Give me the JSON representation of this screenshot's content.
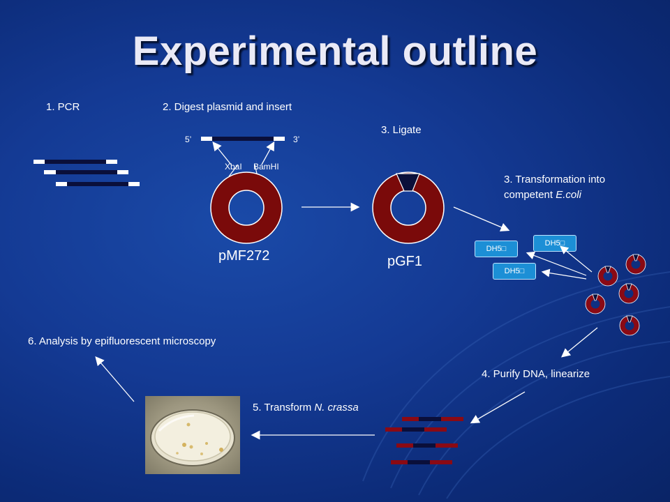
{
  "title": "Experimental outline",
  "steps": {
    "pcr": "1. PCR",
    "digest": "2. Digest plasmid and insert",
    "ligate": "3. Ligate",
    "transformation_line1": "3. Transformation into",
    "transformation_line2_prefix": "competent ",
    "transformation_line2_italic": "E.coli",
    "purify": "4. Purify DNA, linearize",
    "transform_prefix": "5. Transform ",
    "transform_italic": "N. crassa",
    "analysis": "6. Analysis by epifluorescent microscopy"
  },
  "insert": {
    "five_prime": "5’",
    "three_prime": "3’",
    "site1": "XbaI",
    "site2": "BamHI"
  },
  "plasmids": {
    "vector": "pMF272",
    "product": "pGF1"
  },
  "strains": [
    "DH5□",
    "DH5□",
    "DH5□"
  ],
  "colors": {
    "plasmid": "#7a0a0a",
    "dna_dark": "#0a0f3a",
    "dna_red": "#8a0a14",
    "strain_box": "#1c8fd6"
  }
}
